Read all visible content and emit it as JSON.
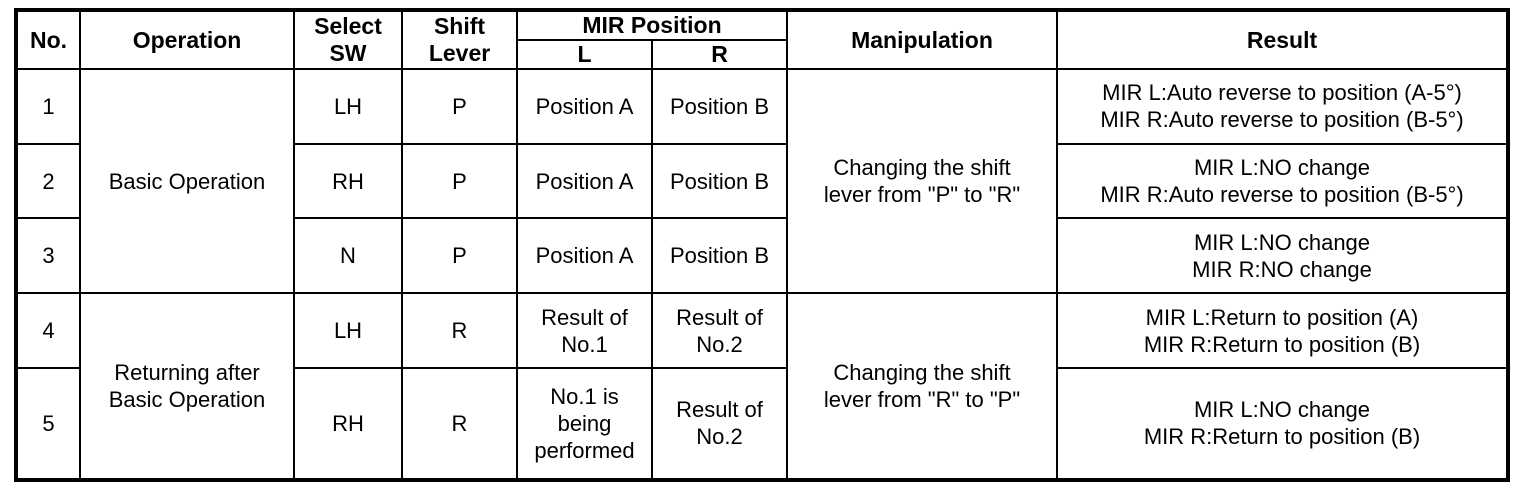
{
  "table": {
    "headers": {
      "no": "No.",
      "operation": "Operation",
      "select_sw": "Select\nSW",
      "shift_lever": "Shift\nLever",
      "mir_position": "MIR Position",
      "mir_l": "L",
      "mir_r": "R",
      "manipulation": "Manipulation",
      "result": "Result"
    },
    "operation_groups": [
      {
        "label": "Basic Operation",
        "rowspan": 3
      },
      {
        "label": "Returning after\nBasic Operation",
        "rowspan": 2
      }
    ],
    "manipulation_groups": [
      {
        "label": "Changing the shift\nlever from \"P\" to \"R\"",
        "rowspan": 3
      },
      {
        "label": "Changing the shift\nlever from \"R\" to \"P\"",
        "rowspan": 2
      }
    ],
    "rows": [
      {
        "no": "1",
        "select_sw": "LH",
        "shift_lever": "P",
        "mir_l": "Position A",
        "mir_r": "Position B",
        "result": "MIR L:Auto reverse to position (A-5°)\nMIR R:Auto reverse to position (B-5°)"
      },
      {
        "no": "2",
        "select_sw": "RH",
        "shift_lever": "P",
        "mir_l": "Position A",
        "mir_r": "Position B",
        "result": "MIR L:NO change\nMIR R:Auto reverse to position (B-5°)"
      },
      {
        "no": "3",
        "select_sw": "N",
        "shift_lever": "P",
        "mir_l": "Position A",
        "mir_r": "Position B",
        "result": "MIR L:NO change\nMIR R:NO change"
      },
      {
        "no": "4",
        "select_sw": "LH",
        "shift_lever": "R",
        "mir_l": "Result of\nNo.1",
        "mir_r": "Result of\nNo.2",
        "result": "MIR L:Return to position (A)\nMIR R:Return to position (B)"
      },
      {
        "no": "5",
        "select_sw": "RH",
        "shift_lever": "R",
        "mir_l": "No.1 is\nbeing\nperformed",
        "mir_r": "Result of\nNo.2",
        "result": "MIR L:NO change\nMIR R:Return to position (B)"
      }
    ]
  },
  "colors": {
    "border": "#000000",
    "background": "#ffffff",
    "text": "#000000"
  }
}
